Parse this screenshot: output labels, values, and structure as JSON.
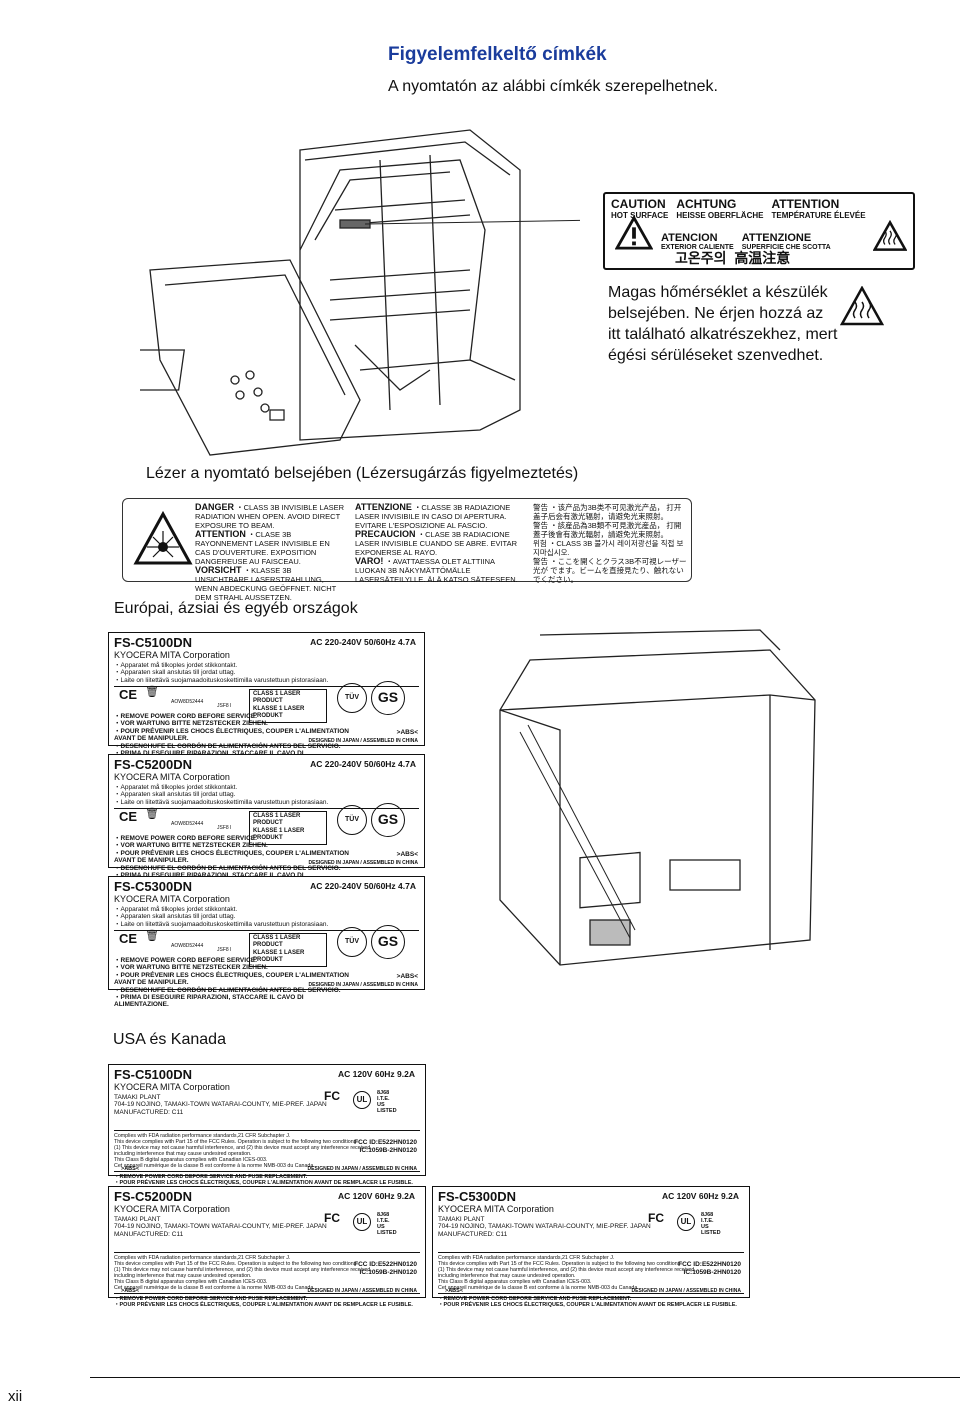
{
  "heading": {
    "title": "Figyelemfelkeltő címkék",
    "subtitle": "A nyomtatón az alábbi címkék szerepelhetnek."
  },
  "caution_label": {
    "caution": "CAUTION",
    "hot_surface": "HOT SURFACE",
    "achtung": "ACHTUNG",
    "heisse": "HEISSE OBERFLÄCHE",
    "attention": "ATTENTION",
    "temperature": "TEMPÉRATURE ÉLEVÉE",
    "atencion": "ATENCION",
    "exterior": "EXTERIOR CALIENTE",
    "attenzione": "ATTENZIONE",
    "superficie": "SUPERFICIE CHE SCOTTA",
    "korean": "고온주의",
    "chinese": "高温注意"
  },
  "heat_warning": "Magas hőmérséklet a készülék belsejében. Ne érjen hozzá az itt található alkatrészekhez, mert égési sérüléseket szenvedhet.",
  "laser": {
    "title": "Lézer a nyomtató belsejében (Lézersugárzás figyelmeztetés)",
    "col1": [
      {
        "head": "DANGER",
        "text": "・CLASS 3B INVISIBLE LASER RADIATION WHEN OPEN. AVOID DIRECT EXPOSURE TO BEAM."
      },
      {
        "head": "ATTENTION",
        "text": "・CLASE 3B RAYONNEMENT LASER INVISIBLE EN CAS D'OUVERTURE. EXPOSITION DANGEREUSE AU FAISCEAU."
      },
      {
        "head": "VORSICHT",
        "text": "・KLASSE 3B UNSICHTBARE LASERSTRAHLUNG, WENN ABDECKUNG GEÖFFNET. NICHT DEM STRAHL AUSSETZEN."
      }
    ],
    "col2": [
      {
        "head": "ATTENZIONE",
        "text": "・CLASSE 3B RADIAZIONE LASER INVISIBILE IN CASO DI APERTURA. EVITARE L'ESPOSIZIONE AL FASCIO."
      },
      {
        "head": "PRECAUCION",
        "text": "・CLASE 3B RADIACIONE LASER INVISIBLE CUANDO SE ABRE. EVITAR EXPONERSE AL RAYO."
      },
      {
        "head": "VARO!",
        "text": "・AVATTAESSA OLET ALTTIINA LUOKAN 3B NÄKYMÄTTÖMÄLLE LASERSÄTEILYLLE. ÄLÄ KATSO SÄTEESEEN."
      }
    ],
    "col3": [
      "警告 ・该产品为3B类不可见激光产品， 打开盖子后会有激光辐射，请避免光束照射。",
      "警告 ・該産品為3B類不可見激光産品， 打開蓋子後會有激光輻射，請避免光束照射。",
      "위험 ・CLASS 3B 불가시 레이저광선을 직접 보지마십시오.",
      "警告 ・ここを開くとクラス3B不可視レーザー光が でます。ビームを直接見たり、触れないでください。"
    ]
  },
  "eu_section": {
    "title": "Európai, ázsiai és egyéb országok",
    "plates": [
      {
        "model": "FS-C5100DN"
      },
      {
        "model": "FS-C5200DN"
      },
      {
        "model": "FS-C5300DN"
      }
    ],
    "corp": "KYOCERA MITA Corporation",
    "rating": "AC 220-240V  50/60Hz  4.7A",
    "lines": [
      "・Apparatet må tilkoples jordet stikkontakt.",
      "・Apparaten skall anslutas till jordat uttag.",
      "・Laite on liitettävä suojamaadoituskoskettimilla varustettuun pistorasiaan."
    ],
    "laser_class": [
      "CLASS 1 LASER PRODUCT",
      "KLASSE 1 LASER PRODUKT"
    ],
    "codes": [
      "AOW8D52444",
      "JSF8 I"
    ],
    "gs_mark": "GS",
    "tuv": "TÜV",
    "warnings": [
      "・REMOVE POWER CORD BEFORE SERVICE.",
      "・VOR WARTUNG BITTE NETZSTECKER ZIEHEN.",
      "・POUR PRÉVENIR LES CHOCS ÉLECTRIQUES, COUPER L'ALIMENTATION AVANT DE MANIPULER.",
      "・DESENCHUFE EL CORDÓN DE ALIMENTACIÓN ANTES DEL SERVICIO.",
      "・PRIMA DI ESEGUIRE RIPARAZIONI, STACCARE IL CAVO DI ALIMENTAZIONE."
    ],
    "abs": ">ABS<",
    "designed": "DESIGNED IN JAPAN / ASSEMBLED IN CHINA"
  },
  "us_section": {
    "title": "USA és Kanada",
    "plates": [
      {
        "model": "FS-C5100DN"
      },
      {
        "model": "FS-C5200DN"
      },
      {
        "model": "FS-C5300DN"
      }
    ],
    "corp": "KYOCERA MITA Corporation",
    "rating": "AC 120V  60Hz  9.2A",
    "plant": [
      "TAMAKI PLANT",
      "704-19 NOJINO, TAMAKI-TOWN WATARAI-COUNTY, MIE-PREF. JAPAN",
      "MANUFACTURED:  C11"
    ],
    "fcc_text": [
      "Complies with FDA radiation performance standards,21 CFR Subchapter J.",
      "This device complies with Part 15 of the FCC Rules.  Operation is subject to the following two conditions:",
      "(1) This device may not cause harmful interference, and (2) this device must accept any interference received,",
      "including interference that may cause undesired operation.",
      "This Class B digital apparatus complies with Canadian ICES-003.",
      "Cet appareil numérique de la classe B est conforme à la norme NMB-003 du Canada."
    ],
    "fcc_id": "FCC ID:E522HN0120",
    "ic": "IC:1059B-2HN0120",
    "ul": [
      "8J68",
      "I.T.E.",
      "US",
      "LISTED"
    ],
    "warnings": [
      "・REMOVE POWER CORD BEFORE SERVICE AND FUSE REPLACEMENT.",
      "・POUR PRÉVENIR LES CHOCS ÉLECTRIQUES, COUPER L'ALIMENTATION AVANT DE REMPLACER LE FUSIBLE."
    ],
    "abs": ">ABS<",
    "designed": "DESIGNED IN JAPAN / ASSEMBLED IN CHINA"
  },
  "page_number": "xii"
}
